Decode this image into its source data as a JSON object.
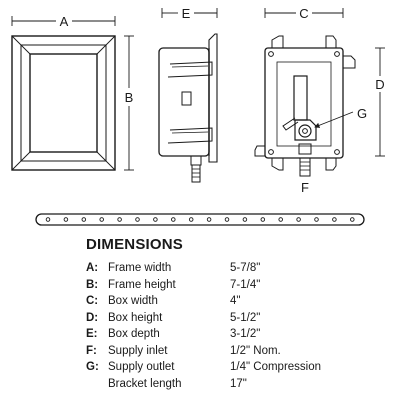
{
  "drawing": {
    "labels": {
      "a": "A",
      "b": "B",
      "c": "C",
      "d": "D",
      "e": "E",
      "f": "F",
      "g": "G"
    }
  },
  "dimensions": {
    "title": "DIMENSIONS",
    "rows": [
      {
        "key": "A:",
        "name": "Frame width",
        "value": "5-7/8\""
      },
      {
        "key": "B:",
        "name": "Frame height",
        "value": "7-1/4\""
      },
      {
        "key": "C:",
        "name": "Box width",
        "value": "4\""
      },
      {
        "key": "D:",
        "name": "Box height",
        "value": "5-1/2\""
      },
      {
        "key": "E:",
        "name": "Box depth",
        "value": "3-1/2\""
      },
      {
        "key": "F:",
        "name": "Supply inlet",
        "value": "1/2\" Nom."
      },
      {
        "key": "G:",
        "name": "Supply outlet",
        "value": "1/4\" Compression"
      },
      {
        "key": "",
        "name": "Bracket length",
        "value": "17\""
      }
    ]
  }
}
